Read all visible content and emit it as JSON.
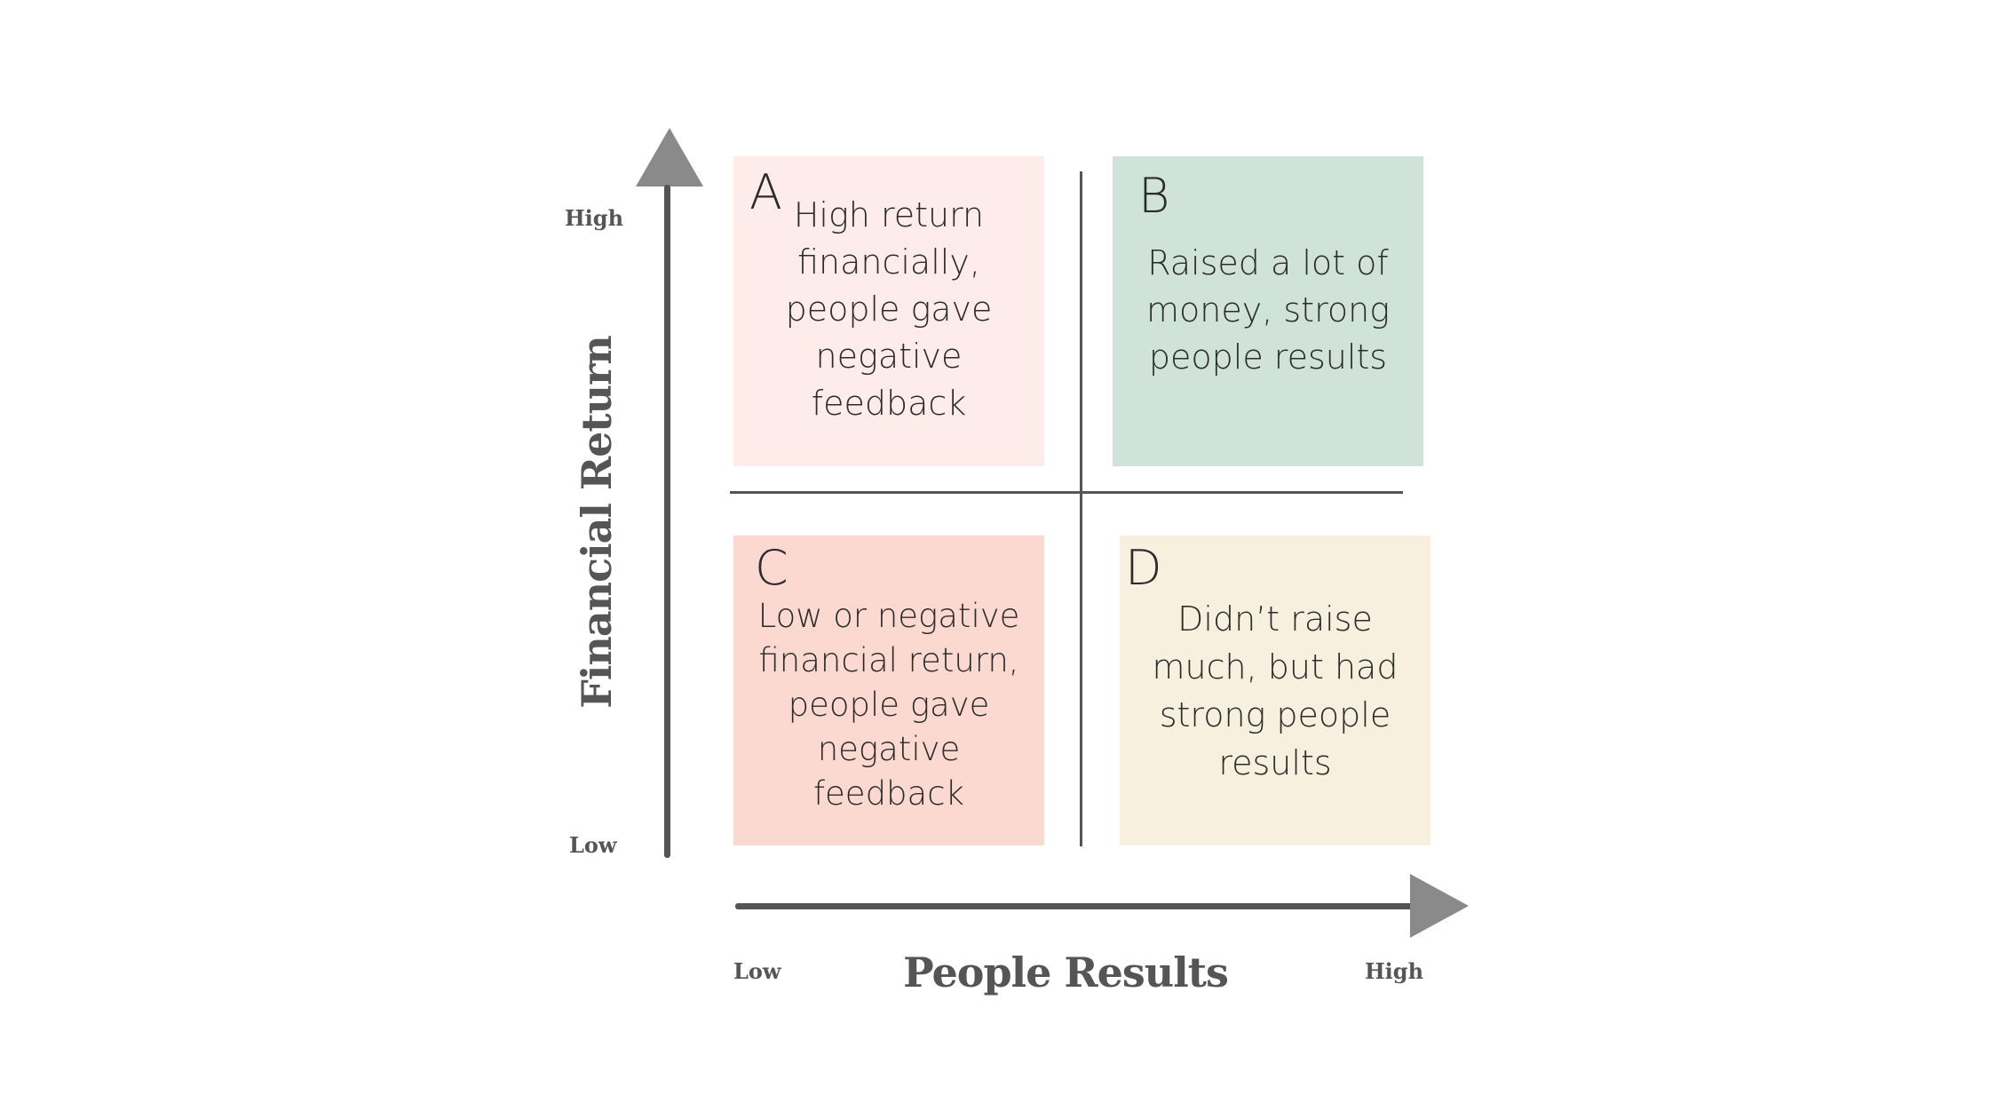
{
  "colors": {
    "quadrant_a": "#fdecea",
    "quadrant_b": "#cfe3d8",
    "quadrant_c": "#fcd9d0",
    "quadrant_d": "#f8f0de",
    "axis": "#555555",
    "arrowhead": "#8a8a8a",
    "divider": "#555555"
  },
  "y_axis": {
    "title": "Financial Return",
    "high_label": "High",
    "low_label": "Low"
  },
  "x_axis": {
    "title": "People Results",
    "low_label": "Low",
    "high_label": "High"
  },
  "quadrants": {
    "a": {
      "letter": "A",
      "lines": [
        "High return",
        "financially,",
        "people gave",
        "negative",
        "feedback"
      ]
    },
    "b": {
      "letter": "B",
      "lines": [
        "Raised a lot of",
        "money, strong",
        "people results"
      ]
    },
    "c": {
      "letter": "C",
      "lines": [
        "Low or negative",
        "financial return,",
        "people gave",
        "negative",
        "feedback"
      ]
    },
    "d": {
      "letter": "D",
      "lines": [
        "Didn’t raise",
        "much, but had",
        "strong people",
        "results"
      ]
    }
  }
}
